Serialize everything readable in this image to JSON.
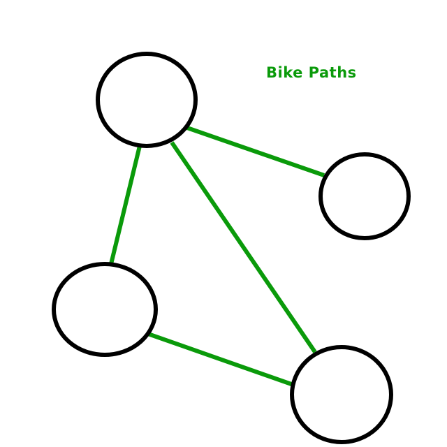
{
  "diagram": {
    "type": "graph",
    "legend_label": "Bike Paths",
    "edge_color": "#0a9a0a",
    "node_stroke_color": "#000000",
    "node_fill_color": "#ffffff",
    "nodes": [
      {
        "id": "n1",
        "label": ""
      },
      {
        "id": "n2",
        "label": ""
      },
      {
        "id": "n3",
        "label": ""
      },
      {
        "id": "n4",
        "label": ""
      }
    ],
    "edges": [
      {
        "from": "n1",
        "to": "n2"
      },
      {
        "from": "n1",
        "to": "n3"
      },
      {
        "from": "n1",
        "to": "n4"
      },
      {
        "from": "n3",
        "to": "n4"
      }
    ]
  }
}
